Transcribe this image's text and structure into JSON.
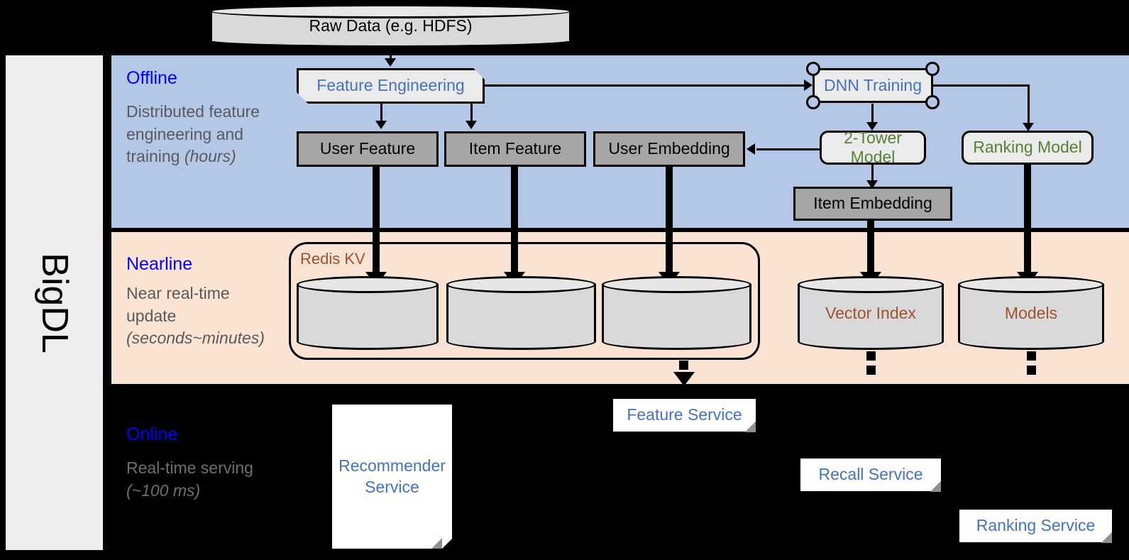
{
  "brand": {
    "label": "BigDL"
  },
  "source": {
    "label": "Raw Data (e.g. HDFS)"
  },
  "bands": [
    {
      "key": "offline",
      "title": "Offline",
      "desc_plain": "Distributed feature engineering and training ",
      "desc_italic": "(hours)",
      "bg": "#b4c7e7"
    },
    {
      "key": "nearline",
      "title": "Nearline",
      "desc_plain": "Near real-time update ",
      "desc_italic": "(seconds~minutes)",
      "bg": "#fbe3d3"
    },
    {
      "key": "online",
      "title": "Online",
      "desc_plain": "Real-time serving ",
      "desc_italic": "(~100 ms)",
      "bg": "#000000"
    }
  ],
  "offline": {
    "feature_engineering": "Feature Engineering",
    "dnn_training": "DNN Training",
    "user_feature": "User Feature",
    "item_feature": "Item Feature",
    "user_embedding": "User Embedding",
    "two_tower_model": "2-Tower Model",
    "ranking_model": "Ranking Model",
    "item_embedding": "Item Embedding"
  },
  "nearline": {
    "redis_kv": "Redis KV",
    "store_1": "",
    "store_2": "",
    "store_3": "",
    "vector_index": "Vector Index",
    "models": "Models"
  },
  "online": {
    "recommender_service": "Recommender Service",
    "feature_service": "Feature Service",
    "recall_service": "Recall Service",
    "ranking_service": "Ranking Service"
  },
  "colors": {
    "offline_band": "#b4c7e7",
    "nearline_band": "#fbe3d3",
    "online_band": "#000000",
    "band_title": "#0000ff",
    "band_desc": "#5a5a5a",
    "process_text_blue": "#4472c4",
    "model_text_green": "#548235",
    "store_text_brown": "#a0522d",
    "data_box_fill": "#a6a6a6",
    "process_box_fill": "#ebebeb",
    "cylinder_fill": "#d9d9d9",
    "rail_fill": "#eeeeee"
  }
}
